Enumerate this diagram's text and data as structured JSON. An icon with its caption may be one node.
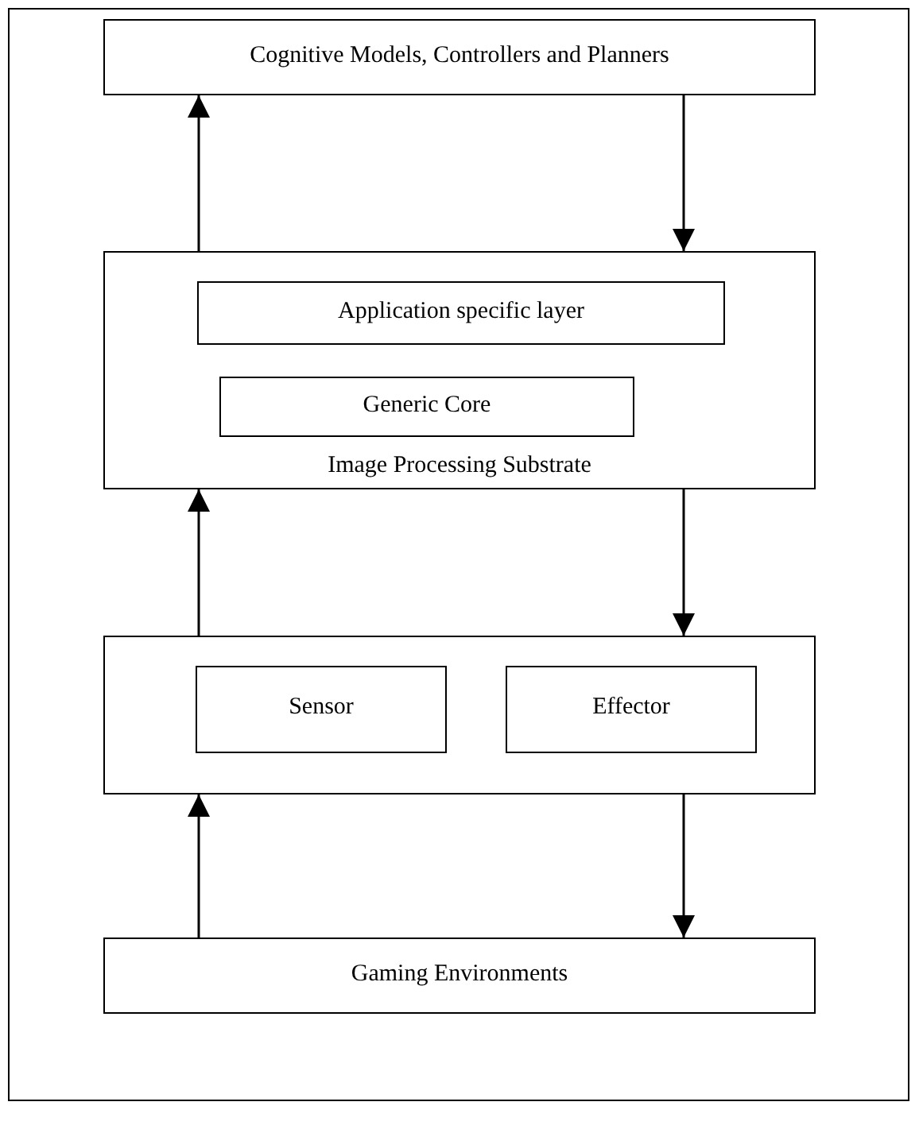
{
  "diagram": {
    "nodes": [
      {
        "text": [
          "Cognitive Models, Controllers and Planners"
        ]
      },
      {
        "text": [
          "Image Processing Substrate"
        ]
      },
      {
        "text": [
          "Application specific layer"
        ],
        "in": 1
      },
      {
        "text": [
          "Generic Core"
        ],
        "in": 1
      },
      {
        "text": [],
        "shape": "box"
      },
      {
        "text": [
          "Sensor"
        ],
        "in": 4
      },
      {
        "text": [
          "Effector"
        ],
        "in": 4
      },
      {
        "text": [
          "Gaming Environments"
        ]
      }
    ],
    "edges": [
      {
        "from": 1,
        "to": 0,
        "arrow": "to"
      },
      {
        "from": 0,
        "to": 1,
        "arrow": "to"
      },
      {
        "from": 4,
        "to": 1,
        "arrow": "to"
      },
      {
        "from": 1,
        "to": 4,
        "arrow": "to"
      },
      {
        "from": 7,
        "to": 4,
        "arrow": "to"
      },
      {
        "from": 4,
        "to": 7,
        "arrow": "to"
      }
    ]
  }
}
